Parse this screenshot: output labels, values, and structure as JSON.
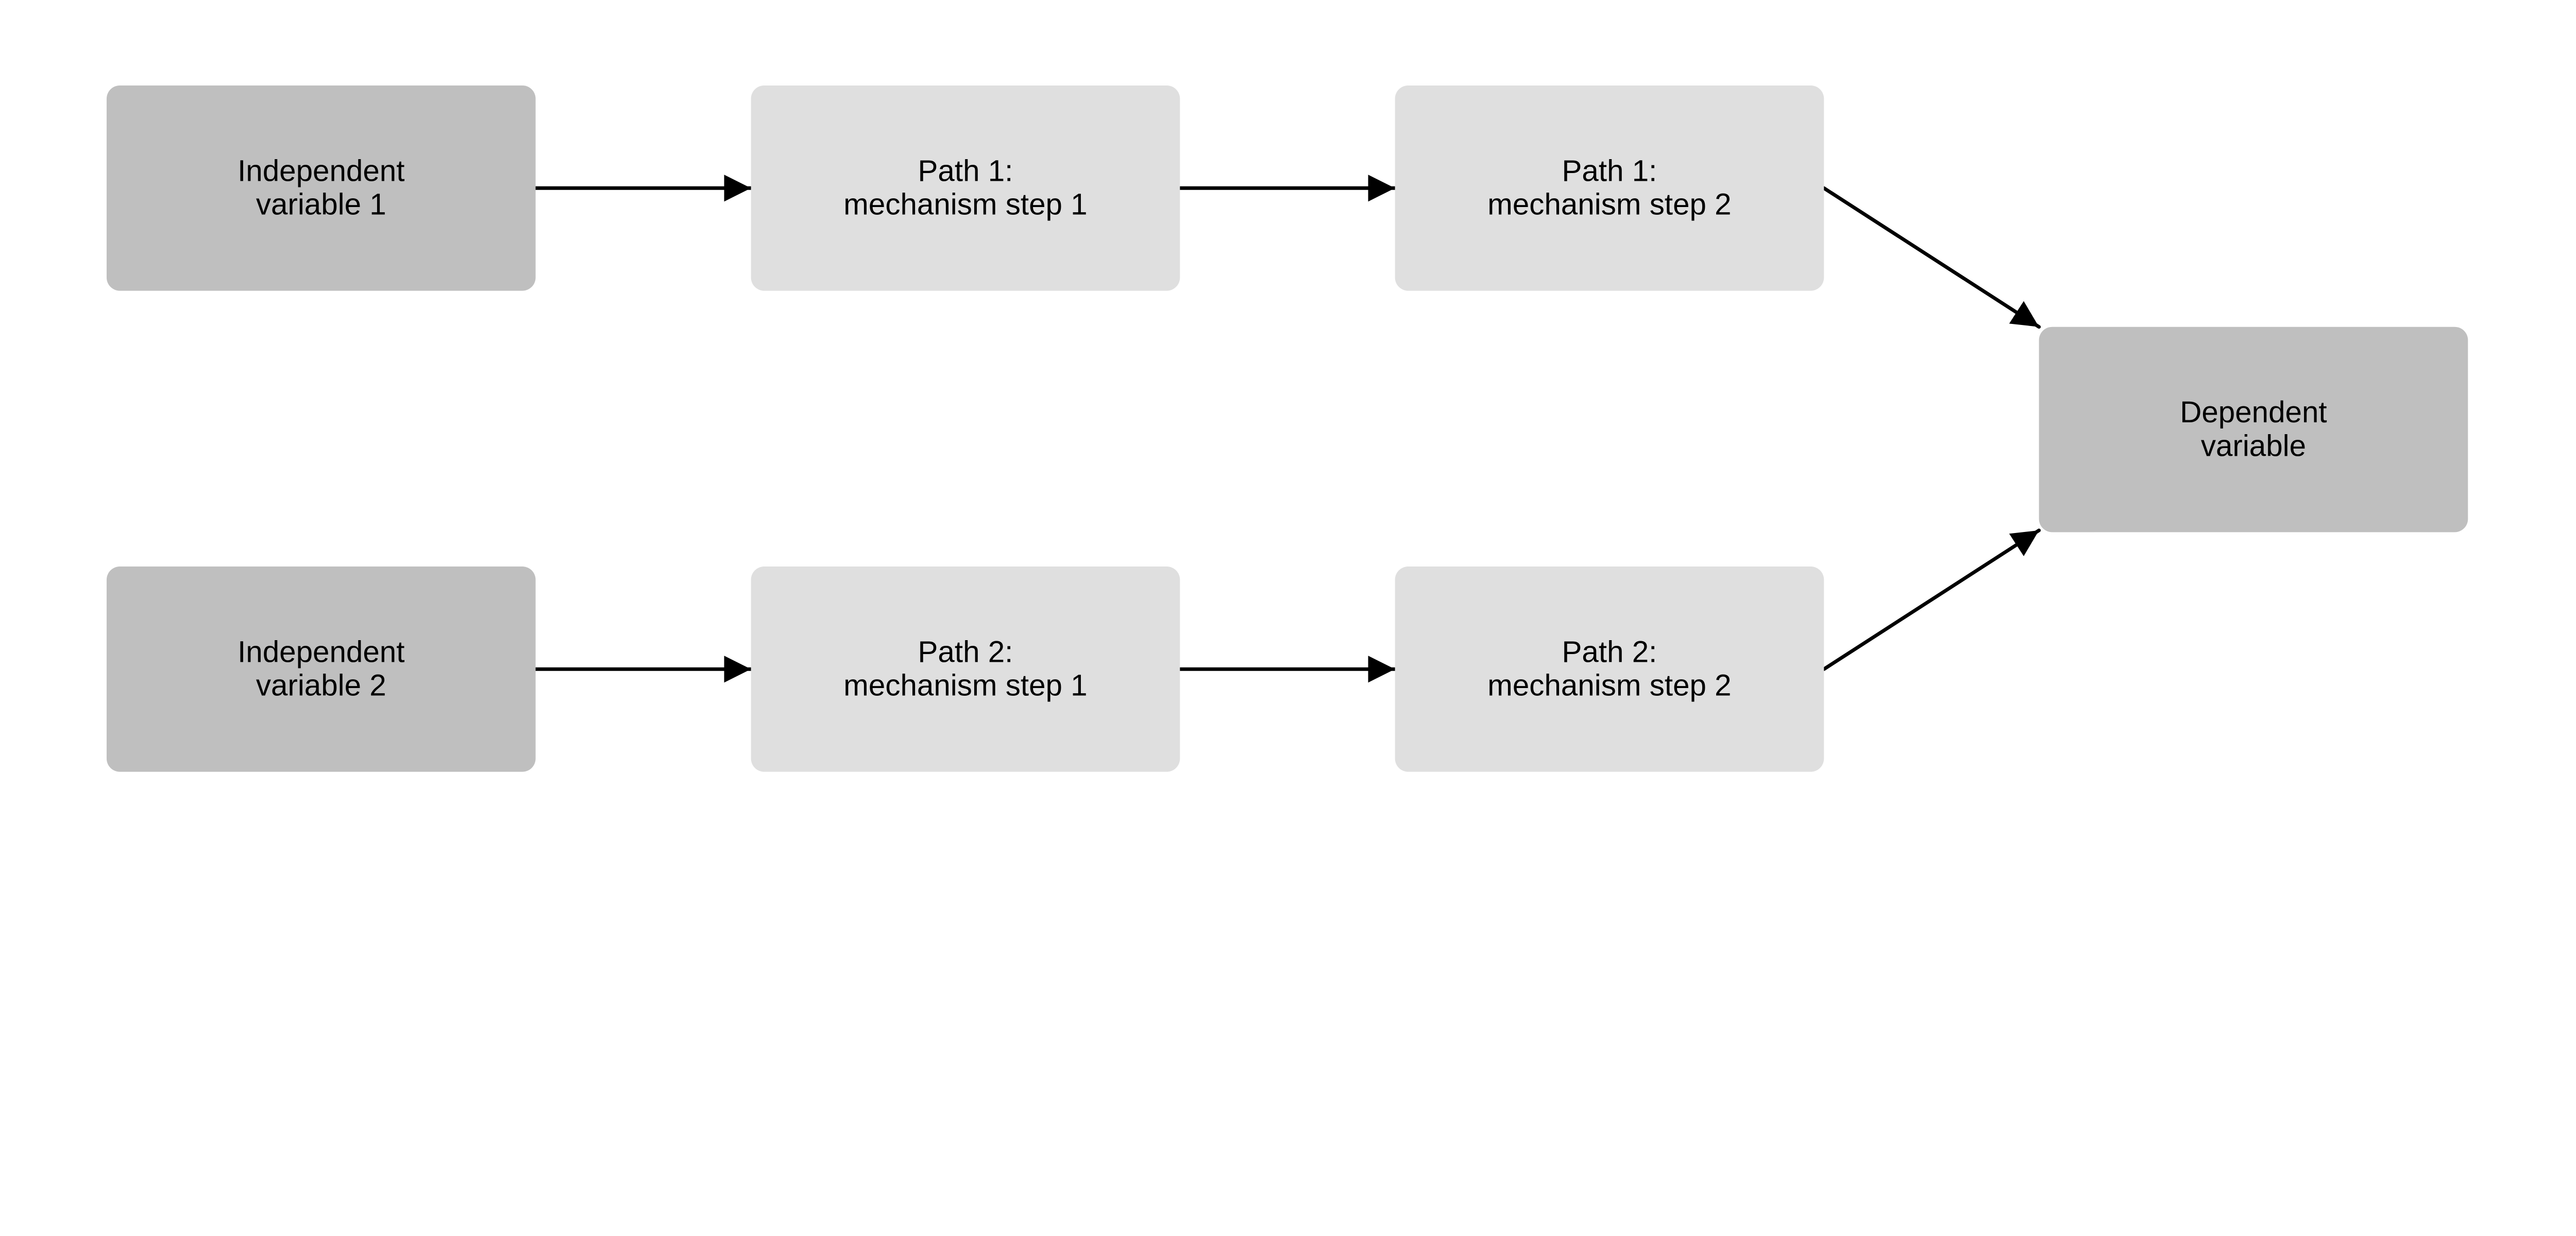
{
  "colors": {
    "dark_box": "#bfbfbf",
    "light_box": "#dfdfdf",
    "arrow": "#000000",
    "background": "#ffffff"
  },
  "nodes": [
    {
      "id": "iv1",
      "lines": [
        "Independent",
        "variable 1"
      ],
      "shade": "dark"
    },
    {
      "id": "p1s1",
      "lines": [
        "Path 1:",
        "mechanism step 1"
      ],
      "shade": "light"
    },
    {
      "id": "p1s2",
      "lines": [
        "Path 1:",
        "mechanism step 2"
      ],
      "shade": "light"
    },
    {
      "id": "iv2",
      "lines": [
        "Independent",
        "variable 2"
      ],
      "shade": "dark"
    },
    {
      "id": "p2s1",
      "lines": [
        "Path 2:",
        "mechanism step 1"
      ],
      "shade": "light"
    },
    {
      "id": "p2s2",
      "lines": [
        "Path 2:",
        "mechanism step 2"
      ],
      "shade": "light"
    },
    {
      "id": "dv",
      "lines": [
        "Dependent",
        "variable"
      ],
      "shade": "dark"
    }
  ],
  "edges": [
    {
      "from": "iv1",
      "to": "p1s1"
    },
    {
      "from": "p1s1",
      "to": "p1s2"
    },
    {
      "from": "p1s2",
      "to": "dv"
    },
    {
      "from": "iv2",
      "to": "p2s1"
    },
    {
      "from": "p2s1",
      "to": "p2s2"
    },
    {
      "from": "p2s2",
      "to": "dv"
    }
  ]
}
